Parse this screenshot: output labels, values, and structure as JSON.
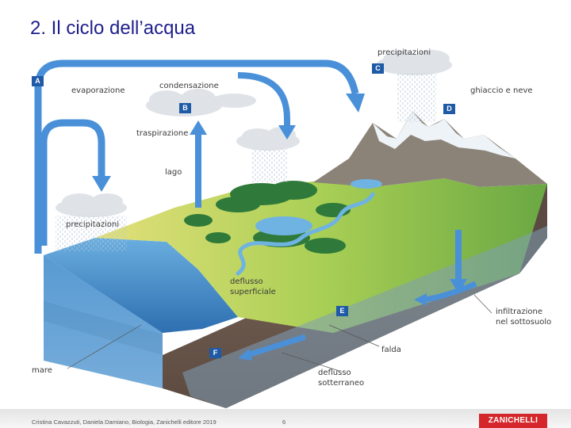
{
  "slide": {
    "title": "2. Il ciclo dell’acqua"
  },
  "diagram": {
    "badges": {
      "a": "A",
      "b": "B",
      "c": "C",
      "d": "D",
      "e": "E",
      "f": "F"
    },
    "labels": {
      "evaporazione": "evaporazione",
      "condensazione": "condensazione",
      "precipitazioni_top": "precipitazioni",
      "ghiaccio_e_neve": "ghiaccio e neve",
      "traspirazione": "traspirazione",
      "lago": "lago",
      "precipitazioni_left": "precipitazioni",
      "deflusso_superficiale_1": "deflusso",
      "deflusso_superficiale_2": "superficiale",
      "infiltrazione_1": "infiltrazione",
      "infiltrazione_2": "nel sottosuolo",
      "falda": "falda",
      "mare": "mare",
      "deflusso_sotterraneo_1": "deflusso",
      "deflusso_sotterraneo_2": "sotterraneo"
    },
    "colors": {
      "arrow": "#4a90d9",
      "sea": "#3f86c9",
      "soil": "#6e5a4f",
      "grass": "#9cc84a",
      "forest": "#2f7a3a",
      "snow": "#eef3f8",
      "rock": "#8b8378"
    }
  },
  "footer": {
    "credit": "Cristina Cavazzuti, Daniela Damiano, Biologia, Zanichelli editore 2019",
    "page": "6",
    "publisher": "ZANICHELLI"
  }
}
